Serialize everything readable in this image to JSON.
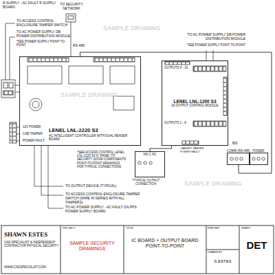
{
  "diagram": {
    "nodes": [
      {
        "text": [
          "LENEL LNL-2220 S3",
          "AC INTELLIGENT CONTROLLER WITH DUAL READER BOARD"
        ]
      },
      {
        "text": [
          "LENEL LNL-1200 S3",
          "16 OUTPUT CONTROL MODULE"
        ]
      },
      {
        "text": [
          "NO C NC",
          "*TYPICAL OUTPUT CONNECTION"
        ]
      },
      {
        "text": [
          "COMM (RS-485)"
        ]
      },
      {
        "text": [
          "POWER"
        ]
      }
    ],
    "edges": [
      {
        "from": 0,
        "to": 3,
        "arrow": "none"
      },
      {
        "from": 1,
        "to": 2,
        "arrow": "none"
      }
    ],
    "labels": [
      "R SUPPLY - AC FAULT R SUPPLY BOARD",
      "TO SECURITY NETWORK",
      "TO ACCESS CONTROL ENCLOSURE TAMPER SWITCH",
      "TO AC POWER SUPPLY DB POWER DISTRIBUTION MODULE",
      "*SEE POWER SUPPLY POINT-TO-POINT",
      "RS-485",
      "TO AC POWER SUPPLY DB POWER DISTRIBUTION MODULE",
      "*SEE POWER SUPPLY POINT-TO-POINT",
      "OUTPUTS 9 - 16",
      "OUTPUTS 1 - 8",
      "12V POWER",
      "CAB TAMPER",
      "POWER FAULT",
      "*SEE ACCESS CONTROL LENEL LNL-2220 S3 IC PANEL TO SECURITY DOOR COMPONENTS POINT-TO-POINT DRAWINGS FOR TYPICAL CONNECTIONS",
      "CABINET TAMPER POWER FAULT",
      "BID",
      "TO OUTPUT DEVICE (TYPICAL)",
      "TO ACCESS CONTROL ENCLOSURE TAMPER SWITCH (WIRE IN SERIES WITH ALL TAMPERS)",
      "TO AC POWER SUPPLY - AC FAULT ON PPS POWER SUPPLY BOARD",
      "SAMPLE DRAWING",
      "SAMPLE DRAWING",
      "SAMPLE DRAWING",
      "SHAWN ESTES",
      "CAD SPECIALIST & INDEPENDENT CONTRACTOR PHYSICAL SECURITY",
      "WWW.CADSPECIALIST.COM",
      "PROJECT",
      "SAMPLE SECURITY DRAWINGS",
      "TITLE",
      "IC BOARD + OUTPUT BOARD POINT-TO-POINT",
      "FRB REF",
      "DRAWN BY",
      "S.ESTES",
      "SHEET",
      "DET"
    ]
  }
}
